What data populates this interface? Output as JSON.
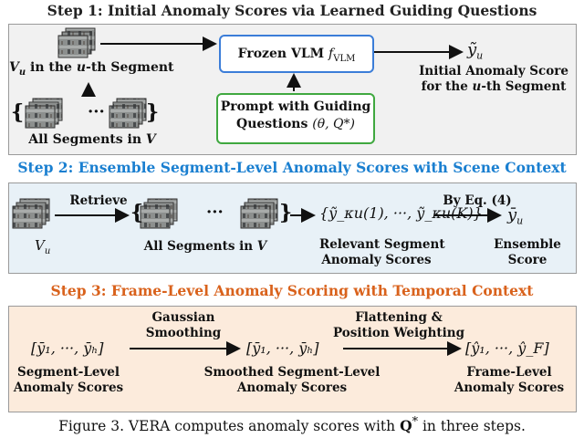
{
  "step1": {
    "title": "Step 1: Initial Anomaly Scores via Learned Guiding Questions",
    "segment_label": "V_u in the u-th Segment",
    "segment_label_parts": {
      "v": "V",
      "sub": "u",
      "mid": " in the ",
      "u": "u",
      "rest": "-th Segment"
    },
    "all_segments_prefix": "All Segments in ",
    "all_segments_v": "V",
    "vlm_label": "Frozen VLM ",
    "vlm_f": "f",
    "vlm_sub": "VLM",
    "prompt_line1": "Prompt with Guiding",
    "prompt_line2": "Questions ",
    "prompt_math": "(θ, Q*)",
    "output_symbol": "ỹ",
    "output_sub": "u",
    "output_line1": "Initial Anomaly Score",
    "output_line2_prefix": "for the ",
    "output_line2_u": "u",
    "output_line2_rest": "-th Segment",
    "ellipsis": "···"
  },
  "step2": {
    "title": "Step 2: Ensemble Segment-Level Anomaly Scores with Scene Context",
    "retrieve_label": "Retrieve",
    "vu_v": "V",
    "vu_sub": "u",
    "all_segments_prefix": "All Segments in ",
    "all_segments_v": "V",
    "relevant_set": "{ỹ_κu(1), ···, ỹ_κu(K)}",
    "relevant_line1": "Relevant Segment",
    "relevant_line2": "Anomaly Scores",
    "by_eq": "By Eq. (4)",
    "ensemble_symbol": "ȳ",
    "ensemble_sub": "u",
    "ensemble_line1": "Ensemble",
    "ensemble_line2": "Score",
    "ellipsis": "···"
  },
  "step3": {
    "title": "Step 3: Frame-Level Anomaly Scoring with Temporal Context",
    "set1": "[ȳ₁, ···, ȳₕ]",
    "set1_line1": "Segment-Level",
    "set1_line2": "Anomaly Scores",
    "op1_line1": "Gaussian",
    "op1_line2": "Smoothing",
    "set2": "[ȳ₁, ···, ȳₕ]",
    "set2_line1": "Smoothed Segment-Level",
    "set2_line2": "Anomaly Scores",
    "op2_line1": "Flattening &",
    "op2_line2": "Position Weighting",
    "set3": "[ŷ₁, ···, ŷ_F]",
    "set3_line1": "Frame-Level",
    "set3_line2": "Anomaly Scores"
  },
  "caption": {
    "prefix": "Figure 3. VERA computes anomaly scores with ",
    "q": "Q",
    "sup": "*",
    "suffix": " in three steps."
  },
  "colors": {
    "step1_title": "#222222",
    "step2_title": "#1a7fd0",
    "step3_title": "#d9621c",
    "step1_bg": "#f1f1f1",
    "step2_bg": "#e8f1f7",
    "step3_bg": "#fcebdc",
    "vlm_border": "#3b7dd8",
    "prompt_border": "#3fa83f"
  }
}
